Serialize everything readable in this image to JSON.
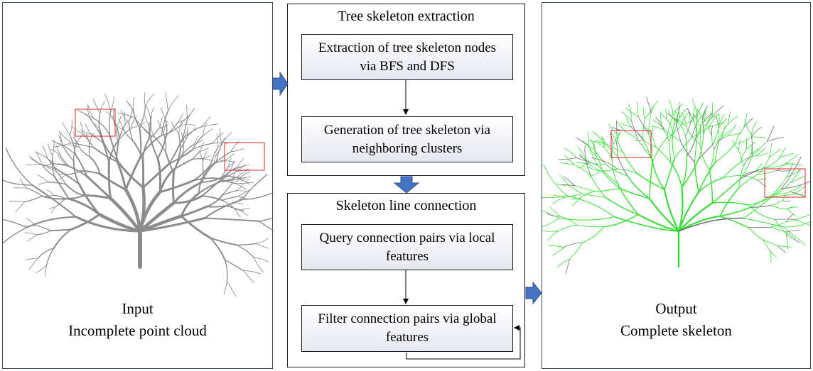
{
  "input_panel": {
    "title": "Input",
    "subtitle": "Incomplete point cloud"
  },
  "extraction_group": {
    "title": "Tree skeleton extraction",
    "step1": [
      "Extraction of tree skeleton nodes",
      "via BFS and DFS"
    ],
    "step2": [
      "Generation of tree skeleton via",
      "neighboring clusters"
    ]
  },
  "connection_group": {
    "title": "Skeleton line connection",
    "step1": [
      "Query connection pairs via local",
      "features"
    ],
    "step2": [
      "Filter connection pairs via global",
      "features"
    ]
  },
  "output_panel": {
    "title": "Output",
    "subtitle": "Complete skeleton"
  },
  "colors": {
    "point_cloud": "#8c8c8c",
    "skeleton_green": "#33e033",
    "skeleton_gray": "#6e6e6e",
    "highlight_box": "#e02020",
    "arrow_fill": "#4472c4",
    "panel_border": "#3b4a63"
  }
}
